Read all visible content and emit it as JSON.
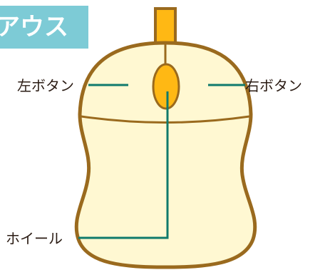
{
  "title": "アウス",
  "labels": {
    "left_button": "左ボタン",
    "right_button": "右ボタン",
    "wheel": "ホイール"
  },
  "colors": {
    "banner": "#7dcbd6",
    "body_fill": "#fff8d2",
    "outline": "#9a6a1e",
    "cable": "#ffb814",
    "wheel": "#ffb814",
    "leader_line": "#0f7a6c",
    "text": "#2b1c14"
  }
}
